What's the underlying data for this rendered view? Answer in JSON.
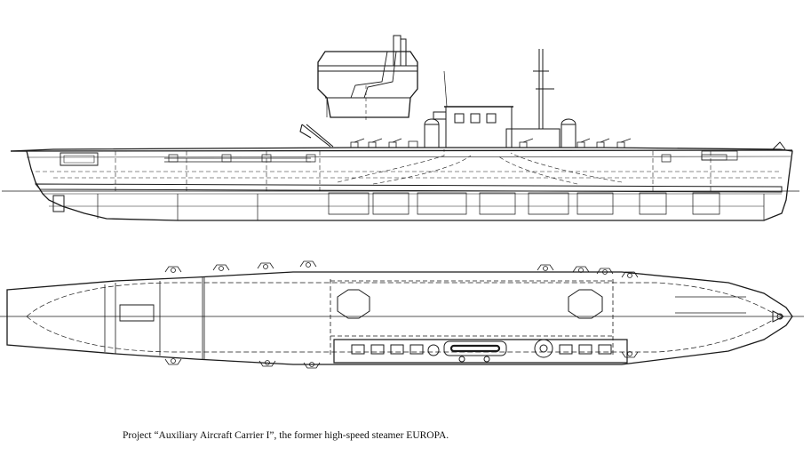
{
  "caption": "Project “Auxiliary Aircraft Carrier I”, the former high-speed steamer EUROPA.",
  "colors": {
    "ink": "#1a1a1a",
    "paper": "#ffffff"
  },
  "views": [
    "side-elevation",
    "plan-view"
  ]
}
